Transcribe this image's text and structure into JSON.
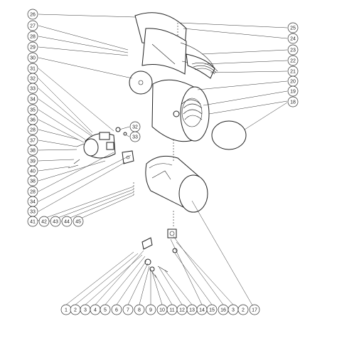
{
  "drawing": {
    "description": "Exploded view of a forced-air heater assembly",
    "callouts": {
      "c1": "1",
      "c2": "2",
      "c3": "3",
      "c4": "4",
      "c5": "5",
      "c6": "6",
      "c7": "7",
      "c8": "8",
      "c9": "9",
      "c10": "10",
      "c11": "11",
      "c12": "12",
      "c13": "13",
      "c14": "14",
      "c15": "15",
      "c16": "16",
      "c17": "17",
      "c18": "18",
      "c19": "19",
      "c20": "20",
      "c21": "21",
      "c22": "22",
      "c23": "23",
      "c24": "24",
      "c25": "25",
      "c26": "26",
      "c27": "27",
      "c28": "28",
      "c29": "29",
      "c30": "30",
      "c31": "31",
      "c32": "32",
      "c33": "33",
      "c34": "34",
      "c35": "35",
      "c36": "36",
      "c37": "37",
      "c38": "38",
      "c39": "39",
      "c40": "40",
      "c41": "41",
      "c42": "42",
      "c43": "43",
      "c44": "44",
      "c45": "45"
    }
  }
}
